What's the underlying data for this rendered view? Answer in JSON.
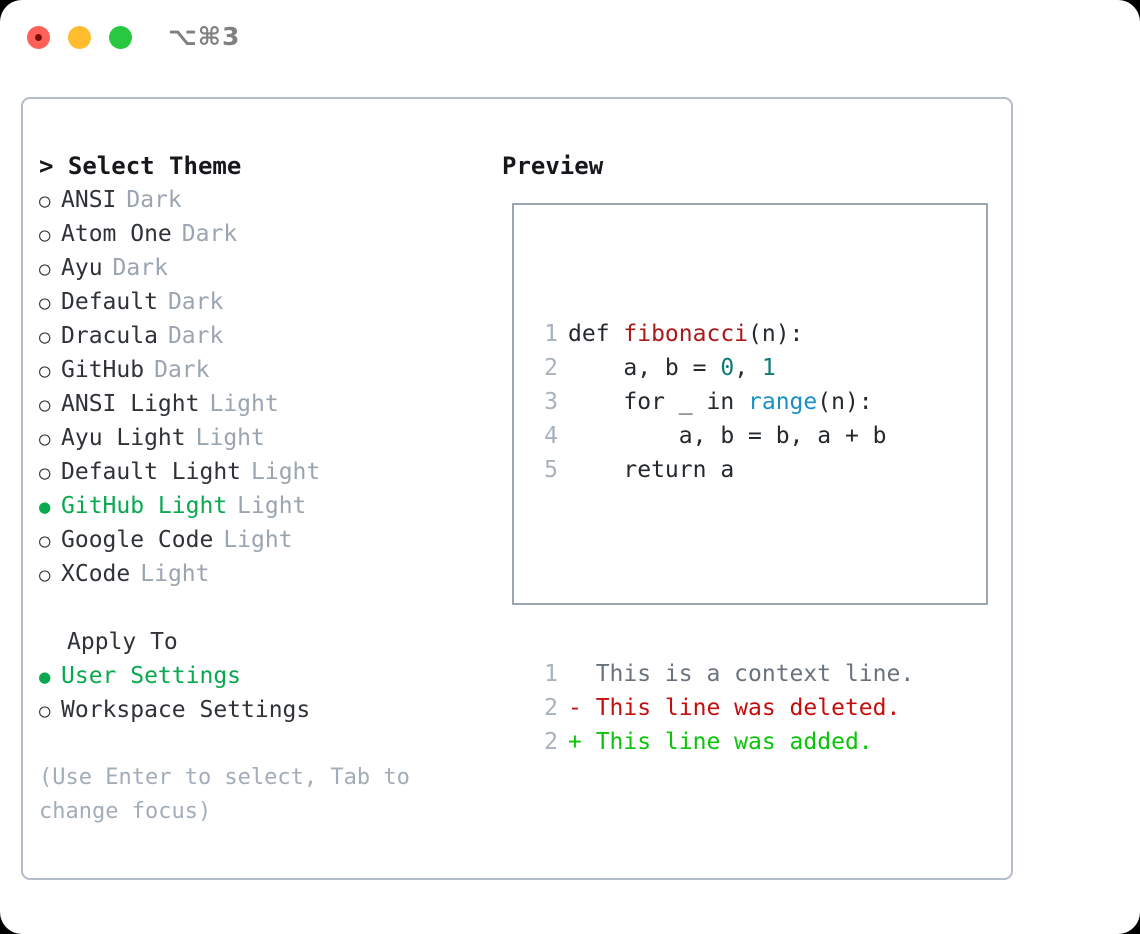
{
  "titlebar": {
    "title": "⌥⌘3",
    "buttons": [
      {
        "name": "close",
        "label": "close"
      },
      {
        "name": "minimize",
        "label": "minimize"
      },
      {
        "name": "maximize",
        "label": "maximize"
      }
    ]
  },
  "colors": {
    "accent_green": "#0aa84f",
    "badge_grey": "#9aa5b1",
    "hint_grey": "#a3adba",
    "card_border": "#b3bcc8",
    "preview_border": "#9aa5b1",
    "lineno": "#a8b2bd",
    "syntax_function": "#a61b1b",
    "syntax_number": "#0f7a7a",
    "syntax_call": "#1a8fc4",
    "diff_deleted": "#c40d0d",
    "diff_added": "#0ac40a",
    "diff_context": "#6a737d"
  },
  "left": {
    "title": "> Select Theme",
    "bullet_selected": "●",
    "bullet_unselected": "○",
    "themes": [
      {
        "name": "ANSI",
        "badge": "Dark",
        "selected": false
      },
      {
        "name": "Atom One",
        "badge": "Dark",
        "selected": false
      },
      {
        "name": "Ayu",
        "badge": "Dark",
        "selected": false
      },
      {
        "name": "Default",
        "badge": "Dark",
        "selected": false
      },
      {
        "name": "Dracula",
        "badge": "Dark",
        "selected": false
      },
      {
        "name": "GitHub",
        "badge": "Dark",
        "selected": false
      },
      {
        "name": "ANSI Light",
        "badge": "Light",
        "selected": false
      },
      {
        "name": "Ayu Light",
        "badge": "Light",
        "selected": false
      },
      {
        "name": "Default Light",
        "badge": "Light",
        "selected": false
      },
      {
        "name": "GitHub Light",
        "badge": "Light",
        "selected": true
      },
      {
        "name": "Google Code",
        "badge": "Light",
        "selected": false
      },
      {
        "name": "XCode",
        "badge": "Light",
        "selected": false
      }
    ],
    "apply_to": {
      "title": "Apply To",
      "options": [
        {
          "label": "User Settings",
          "selected": true
        },
        {
          "label": "Workspace Settings",
          "selected": false
        }
      ]
    },
    "hint": "(Use Enter to select, Tab to change focus)"
  },
  "right": {
    "title": "Preview",
    "code_lines": [
      {
        "no": "1",
        "segments": [
          {
            "t": "def ",
            "c": "plain"
          },
          {
            "t": "fibonacci",
            "c": "fn"
          },
          {
            "t": "(n):",
            "c": "plain"
          }
        ]
      },
      {
        "no": "2",
        "segments": [
          {
            "t": "    a, b = ",
            "c": "plain"
          },
          {
            "t": "0",
            "c": "num"
          },
          {
            "t": ", ",
            "c": "plain"
          },
          {
            "t": "1",
            "c": "num"
          }
        ]
      },
      {
        "no": "3",
        "segments": [
          {
            "t": "    for _ in ",
            "c": "plain"
          },
          {
            "t": "range",
            "c": "call"
          },
          {
            "t": "(n):",
            "c": "plain"
          }
        ]
      },
      {
        "no": "4",
        "segments": [
          {
            "t": "        a, b = b, a + b",
            "c": "plain"
          }
        ]
      },
      {
        "no": "5",
        "segments": [
          {
            "t": "    return a",
            "c": "plain"
          }
        ]
      }
    ],
    "diff_lines": [
      {
        "no": "1",
        "kind": "context",
        "text": "  This is a context line."
      },
      {
        "no": "2",
        "kind": "del",
        "text": "- This line was deleted."
      },
      {
        "no": "2",
        "kind": "add",
        "text": "+ This line was added."
      }
    ]
  }
}
